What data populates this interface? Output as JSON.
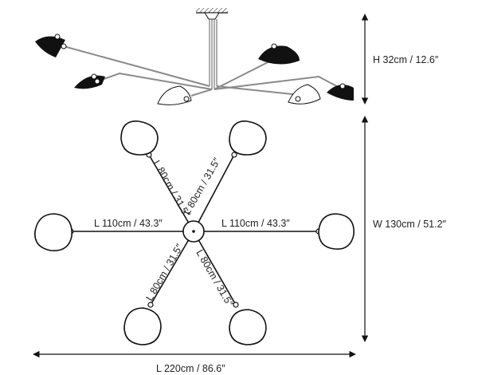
{
  "dimensions": {
    "height": "H 32cm / 12.6″",
    "width": "W 130cm / 51.2″",
    "length": "L 220cm / 86.6″"
  },
  "arms": {
    "long_left": "L 110cm / 43.3″",
    "long_right": "L 110cm / 43.3″",
    "diag_up_left": "L 80cm / 31.5″",
    "diag_up_right": "L 80cm / 31.5″",
    "diag_down_left": "L 80cm / 31.5″",
    "diag_down_right": "L 80cm / 31.5″"
  },
  "colors": {
    "line": "#111111",
    "arm_gray": "#8a8a8a",
    "shade_black": "#111111",
    "shade_white": "#ffffff"
  }
}
